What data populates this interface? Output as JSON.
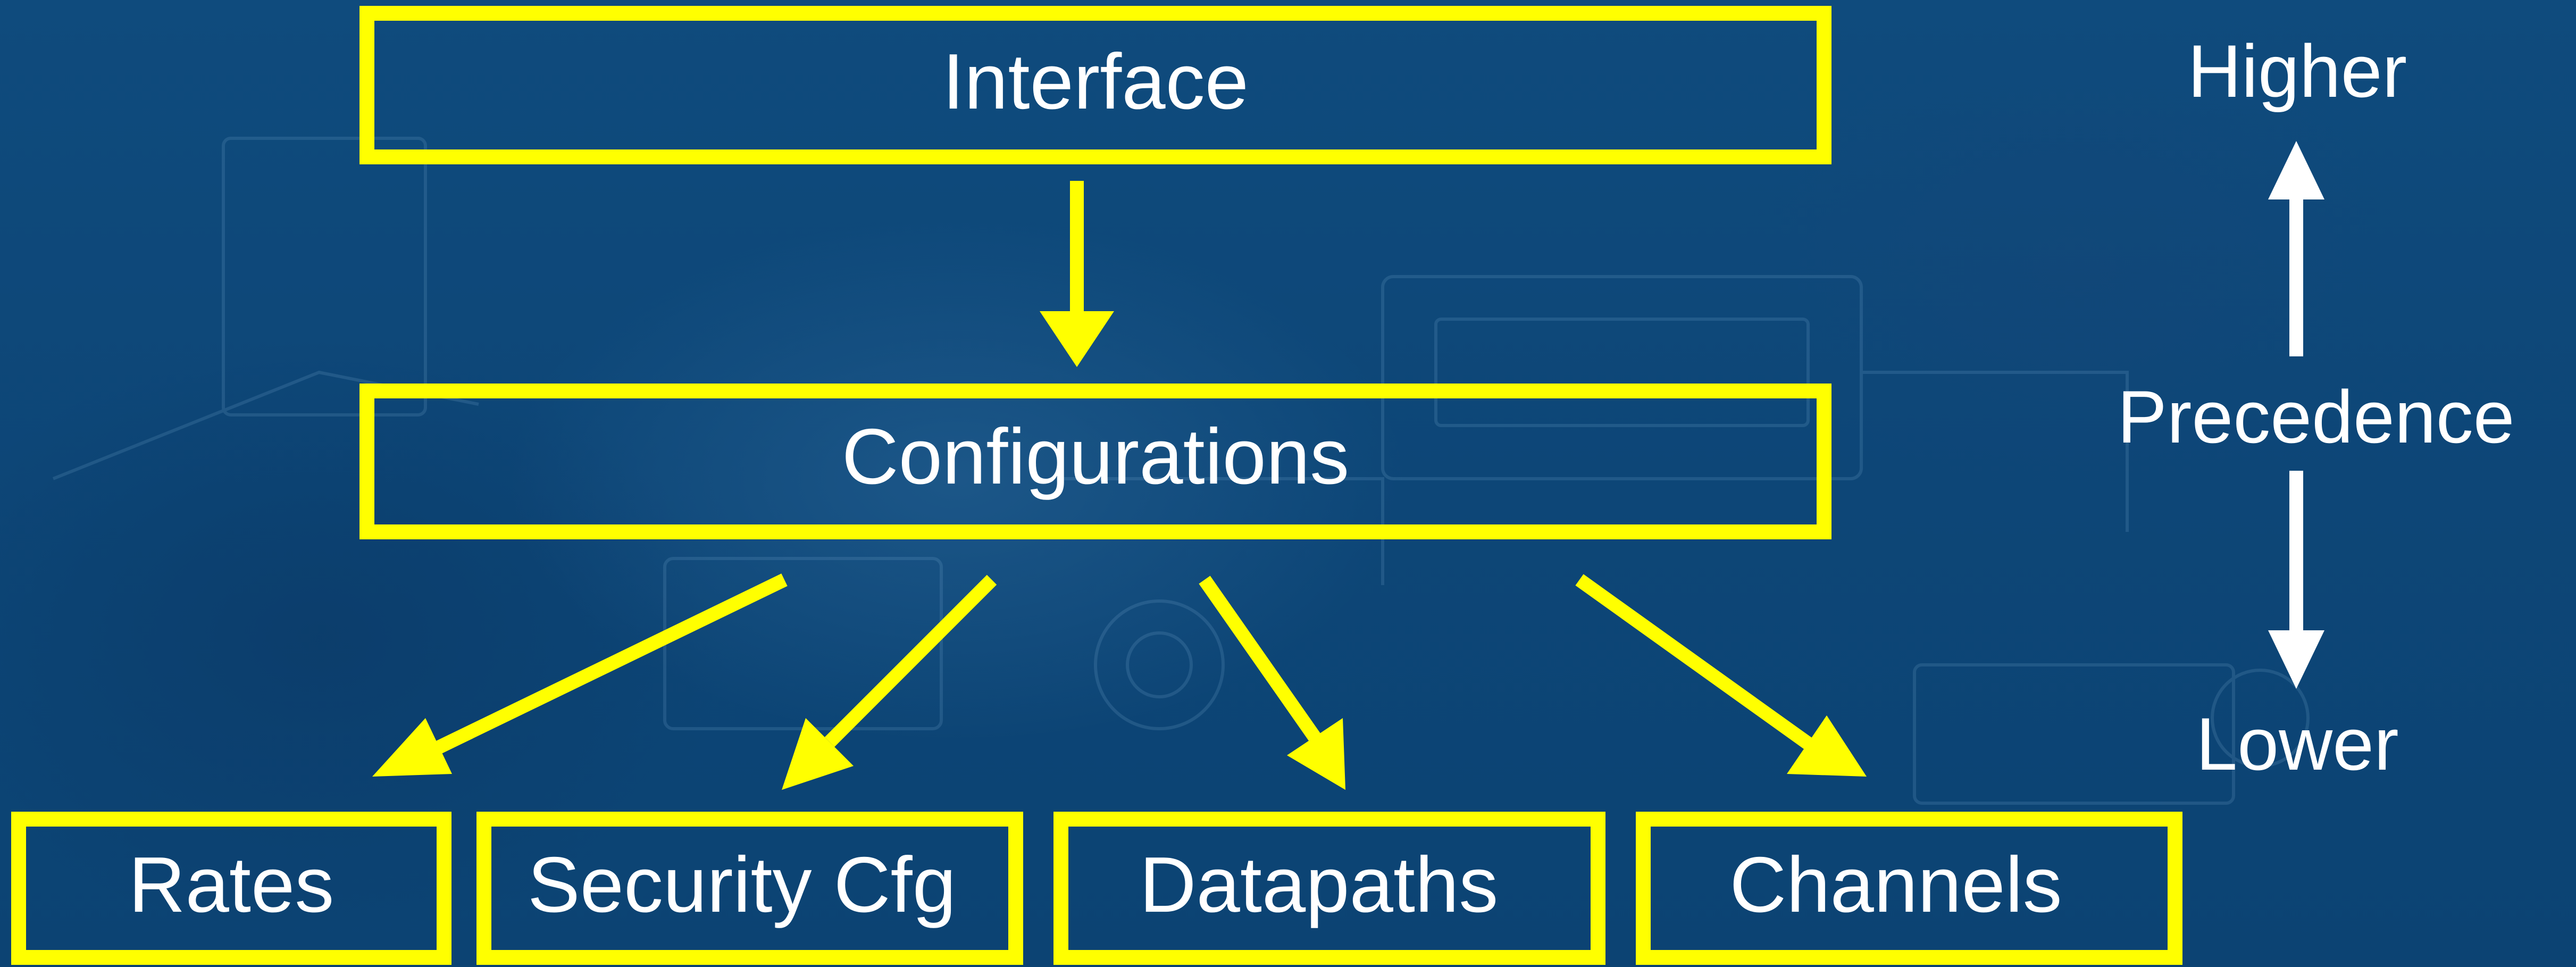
{
  "nodes": {
    "interface": "Interface",
    "configurations": "Configurations",
    "rates": "Rates",
    "security_cfg": "Security Cfg",
    "datapaths": "Datapaths",
    "channels": "Channels"
  },
  "precedence": {
    "higher": "Higher",
    "label": "Precedence",
    "lower": "Lower"
  },
  "colors": {
    "accent": "#ffff00",
    "text": "#ffffff",
    "background": "#0e4a7c"
  }
}
